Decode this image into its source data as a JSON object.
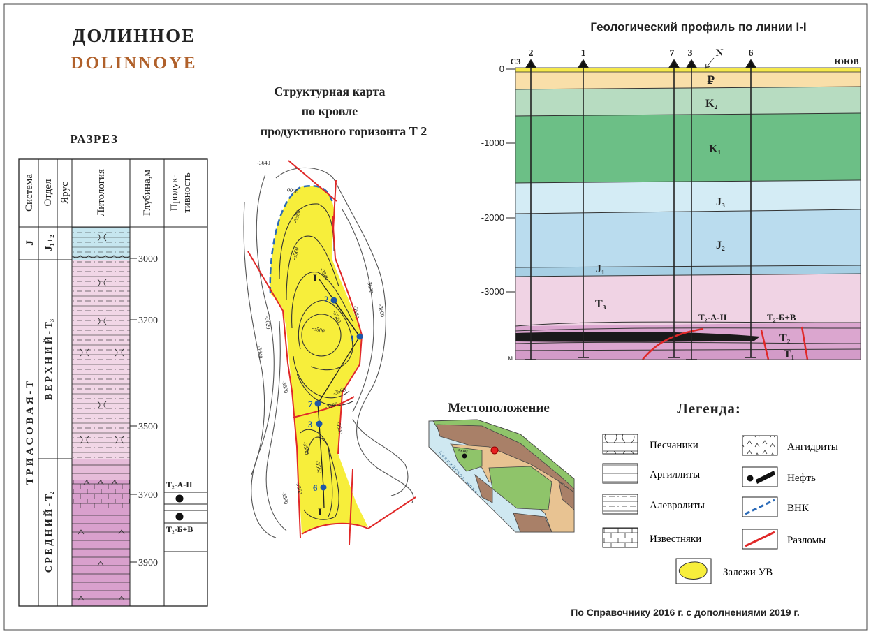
{
  "title": {
    "ru": "ДОЛИННОЕ",
    "en": "DOLINNOYE",
    "en_color": "#b0602a"
  },
  "section": {
    "title": "РАЗРЕЗ",
    "headers": [
      "Система",
      "Отдел",
      "Ярус",
      "Литология",
      "Глубина,м",
      "Продук-",
      "тивность"
    ],
    "systems": [
      "J",
      "Т Р И А С О В А Я - Т"
    ],
    "series": [
      "J₁₊₂",
      "В Е Р Х Н И Й - Т₃",
      "С Р Е Д Н И Й - Т₂"
    ],
    "depths": [
      "3000",
      "3200",
      "3500",
      "3700",
      "3900"
    ],
    "productive": [
      "Т₂-А-II",
      "Т₂-Б+В"
    ]
  },
  "map": {
    "title": [
      "Структурная карта",
      "по кровле",
      "продуктивного  горизонта Т  2"
    ],
    "wells": [
      "2",
      "1",
      "7",
      "3",
      "6"
    ],
    "profile_marks": [
      "I",
      "I"
    ],
    "contours": [
      "-3640",
      "-3600",
      "-3580",
      "-3560",
      "-3540",
      "-3520",
      "-3500",
      "-3580",
      "-3620",
      "-3600",
      "-3620",
      "-3640",
      "-3600",
      "-3560",
      "-3580",
      "-3600",
      "-3580",
      "-3560",
      "-3560",
      "-3580"
    ]
  },
  "profile": {
    "title": "Геологический профиль по линии I-I",
    "left": "СЗ",
    "right": "ЮЮВ",
    "n_label": "N",
    "wells": [
      "2",
      "1",
      "7",
      "3",
      "6"
    ],
    "yticks": [
      "0",
      "-1000",
      "-2000",
      "-3000",
      "м"
    ],
    "layers": [
      "₽",
      "K₂",
      "K₁",
      "J₃",
      "J₂",
      "J₁",
      "T₃",
      "T₂",
      "T₁"
    ],
    "horizons": [
      "T₂-А-II",
      "T₂-Б+В"
    ]
  },
  "location": {
    "title": "Местоположение",
    "city": "Актау",
    "sea": "Каспийское море"
  },
  "legend": {
    "title": "Легенда:",
    "items": [
      "Песчаники",
      "Аргиллиты",
      "Алевролиты",
      "Известняки",
      "Ангидриты",
      "Нефть",
      "ВНК",
      "Разломы",
      "Залежи УВ"
    ]
  },
  "footer": "По Справочнику 2016 г. с дополнениями 2019 г."
}
